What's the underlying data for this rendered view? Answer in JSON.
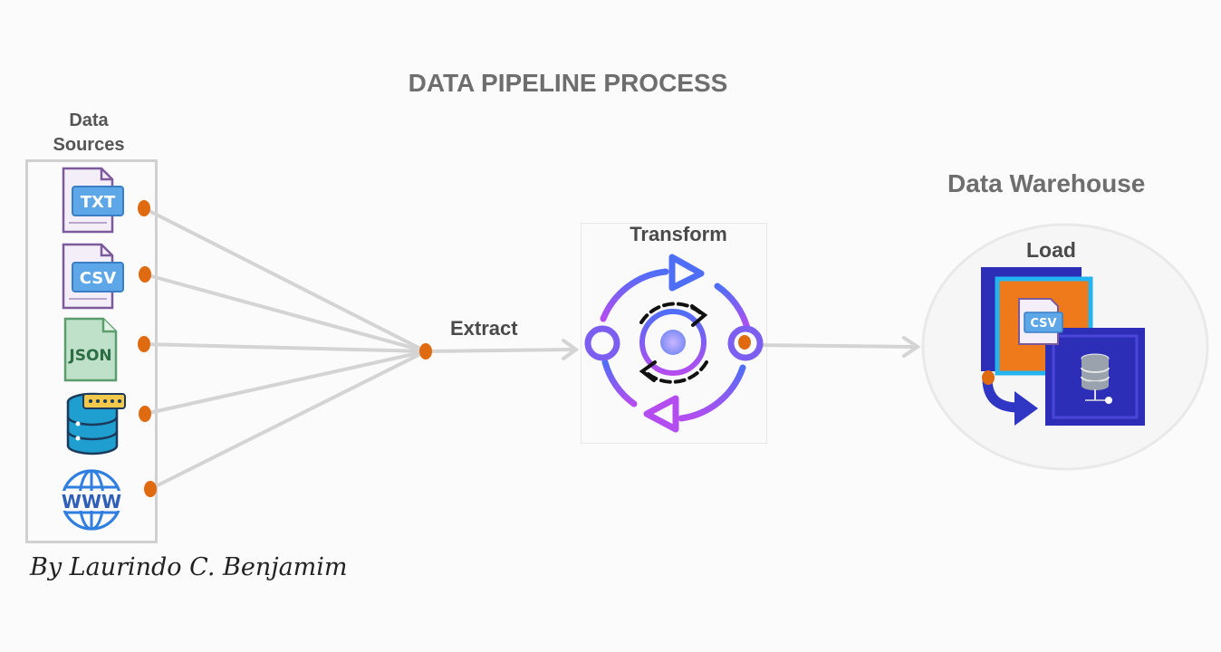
{
  "diagram": {
    "title": "DATA PIPELINE PROCESS",
    "sources": {
      "label": "Data Sources",
      "items": [
        {
          "name": "txt-file-icon",
          "label": "TXT"
        },
        {
          "name": "csv-file-icon",
          "label": "CSV"
        },
        {
          "name": "json-file-icon",
          "label": "JSON"
        },
        {
          "name": "database-icon",
          "label": ""
        },
        {
          "name": "web-icon",
          "label": "WWW"
        }
      ]
    },
    "extract_label": "Extract",
    "transform_label": "Transform",
    "warehouse": {
      "label": "Data Warehouse",
      "load_label": "Load",
      "file_label": "CSV"
    },
    "signature": "By Laurindo C. Benjamim"
  },
  "colors": {
    "connector_dot": "#e06a10",
    "line": "#d9d9d9",
    "cycle_blue": "#4f6ef7",
    "cycle_purple": "#b44df0",
    "warehouse_navy": "#2d2eb8",
    "warehouse_orange": "#ee7a1c",
    "warehouse_cyan": "#24b4ef",
    "title_gray": "#6e6e6e"
  }
}
